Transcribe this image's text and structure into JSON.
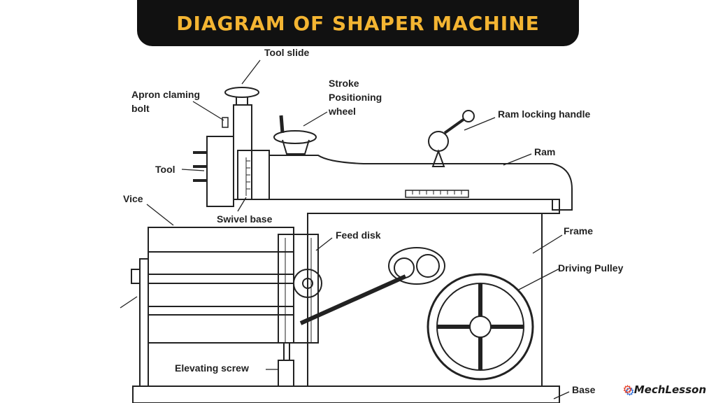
{
  "title": "DIAGRAM OF SHAPER MACHINE",
  "colors": {
    "banner_bg": "#111111",
    "title": "#F4B532",
    "line": "#222222",
    "logo_text": "#1a1a1a",
    "logo_gear_red": "#E8452C",
    "logo_gear_blue": "#2F6FD8"
  },
  "labels": {
    "tool_slide": "Tool slide",
    "apron_line1": "Apron claming",
    "apron_line2": "bolt",
    "stroke_line1": "Stroke",
    "stroke_line2": "Positioning",
    "stroke_line3": "wheel",
    "ram_locking_handle": "Ram locking handle",
    "ram": "Ram",
    "tool": "Tool",
    "vice": "Vice",
    "swivel_base": "Swivel base",
    "feed_disk": "Feed disk",
    "frame": "Frame",
    "driving_pulley": "Driving Pulley",
    "elevating_screw": "Elevating screw",
    "base": "Base"
  },
  "logo": {
    "icon": "gear-icon",
    "text": "MechLesson"
  }
}
